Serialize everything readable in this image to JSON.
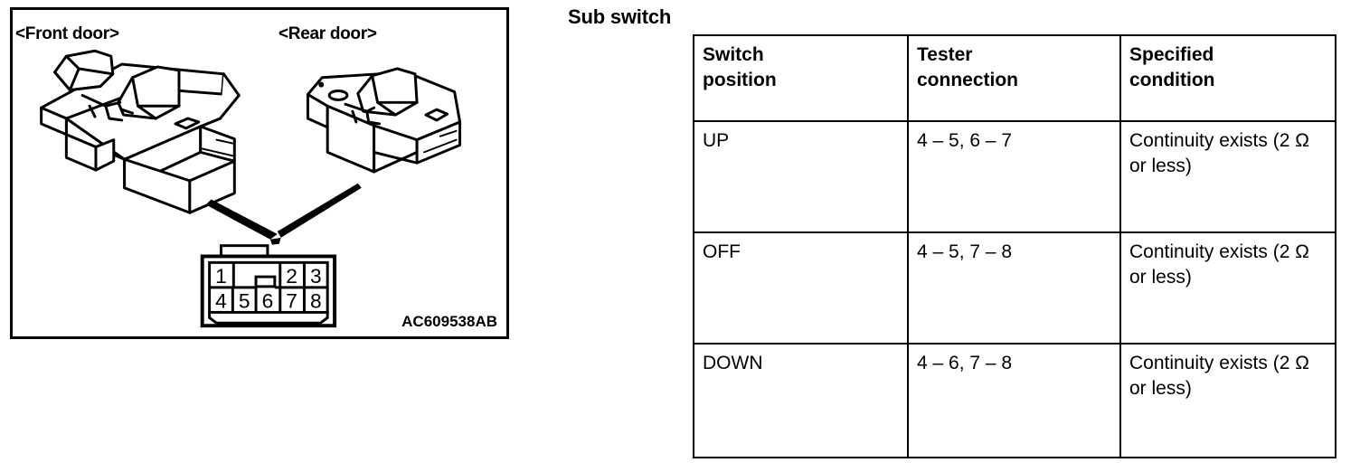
{
  "figure": {
    "labels": {
      "front_door": "<Front door>",
      "rear_door": "<Rear door>"
    },
    "part_number": "AC609538AB",
    "connector": {
      "top_row_pins": [
        "1",
        "2",
        "3"
      ],
      "bottom_row_pins": [
        "4",
        "5",
        "6",
        "7",
        "8"
      ]
    },
    "icon_names": [
      "front-door-power-window-switch-drawing",
      "rear-door-power-window-switch-drawing",
      "connector-pinout-diagram",
      "leader-line-left",
      "leader-line-right"
    ]
  },
  "section": {
    "heading": "Sub switch"
  },
  "table": {
    "headers": [
      "Switch\nposition",
      "Tester\nconnection",
      "Specified\ncondition"
    ],
    "rows": [
      {
        "switch_position": "UP",
        "tester_connection": "4 – 5, 6 – 7",
        "specified_condition": "Continuity exists (2 Ω or less)"
      },
      {
        "switch_position": "OFF",
        "tester_connection": "4 – 5, 7 – 8",
        "specified_condition": "Continuity exists (2 Ω or less)"
      },
      {
        "switch_position": "DOWN",
        "tester_connection": "4 – 6, 7 – 8",
        "specified_condition": "Continuity exists (2 Ω or less)"
      }
    ]
  },
  "colors": {
    "ink": "#000000",
    "paper": "#ffffff"
  }
}
